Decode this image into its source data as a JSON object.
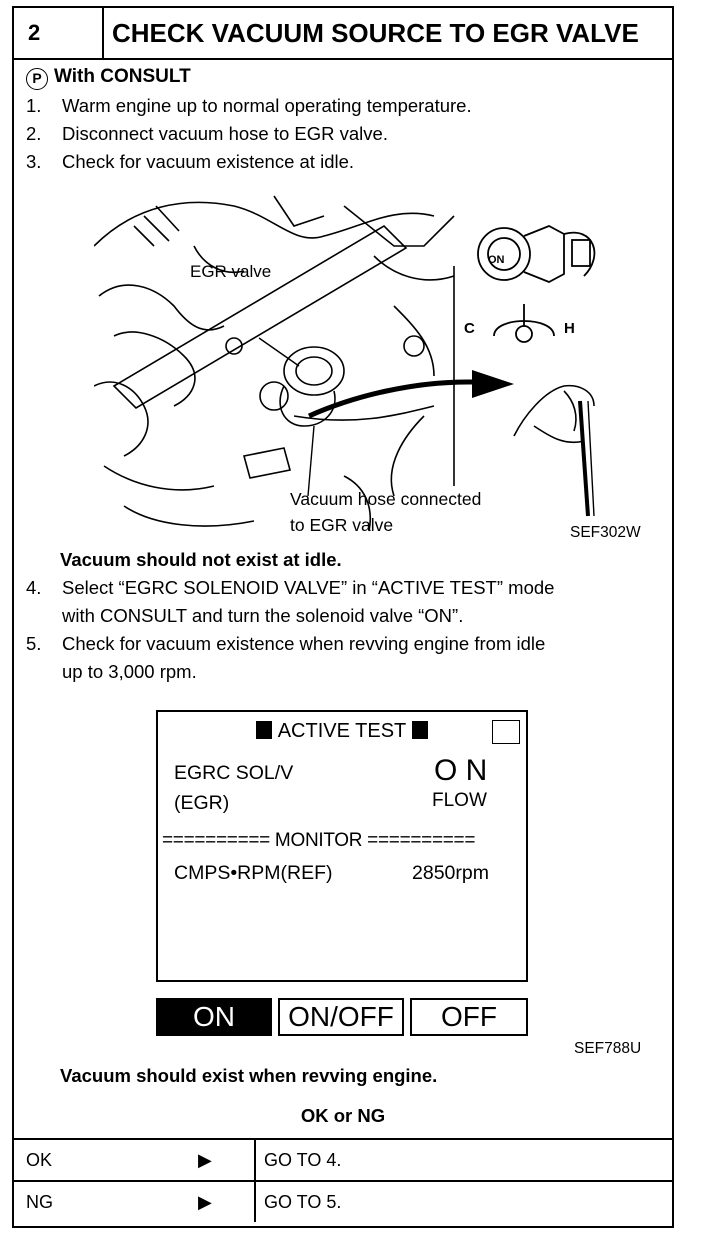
{
  "header": {
    "step_number": "2",
    "title": "CHECK VACUUM SOURCE TO EGR VALVE"
  },
  "consult": {
    "icon_letter": "P",
    "label": "With CONSULT"
  },
  "steps_top": [
    {
      "n": "1.",
      "text": "Warm engine up to normal operating temperature."
    },
    {
      "n": "2.",
      "text": "Disconnect vacuum hose to EGR valve."
    },
    {
      "n": "3.",
      "text": "Check for vacuum existence at idle."
    }
  ],
  "figure1": {
    "egr_label": "EGR valve",
    "hose_label_1": "Vacuum hose connected",
    "hose_label_2": "to EGR valve",
    "key_on": "ON",
    "temp_c": "C",
    "temp_h": "H",
    "code": "SEF302W"
  },
  "note1": "Vacuum should not exist at idle.",
  "step4": {
    "n": "4.",
    "line1": "Select “EGRC SOLENOID VALVE” in “ACTIVE TEST” mode",
    "line2": "with CONSULT and turn the solenoid valve “ON”."
  },
  "step5": {
    "n": "5.",
    "line1": "Check for vacuum existence when revving engine from idle",
    "line2": "up to 3,000 rpm."
  },
  "screen": {
    "title": "ACTIVE TEST",
    "item_line1": "EGRC SOL/V",
    "item_line2": "(EGR)",
    "value": "O N",
    "value_sub": "FLOW",
    "monitor": "========== MONITOR ==========",
    "param": "CMPS•RPM(REF)",
    "param_value": "2850rpm"
  },
  "buttons": {
    "on": "ON",
    "on_off": "ON/OFF",
    "off": "OFF"
  },
  "figure2_code": "SEF788U",
  "note2": "Vacuum should exist when revving engine.",
  "ok_ng": "OK or NG",
  "results": [
    {
      "label": "OK",
      "arrow": "▶",
      "action": "GO TO 4."
    },
    {
      "label": "NG",
      "arrow": "▶",
      "action": "GO TO 5."
    }
  ]
}
